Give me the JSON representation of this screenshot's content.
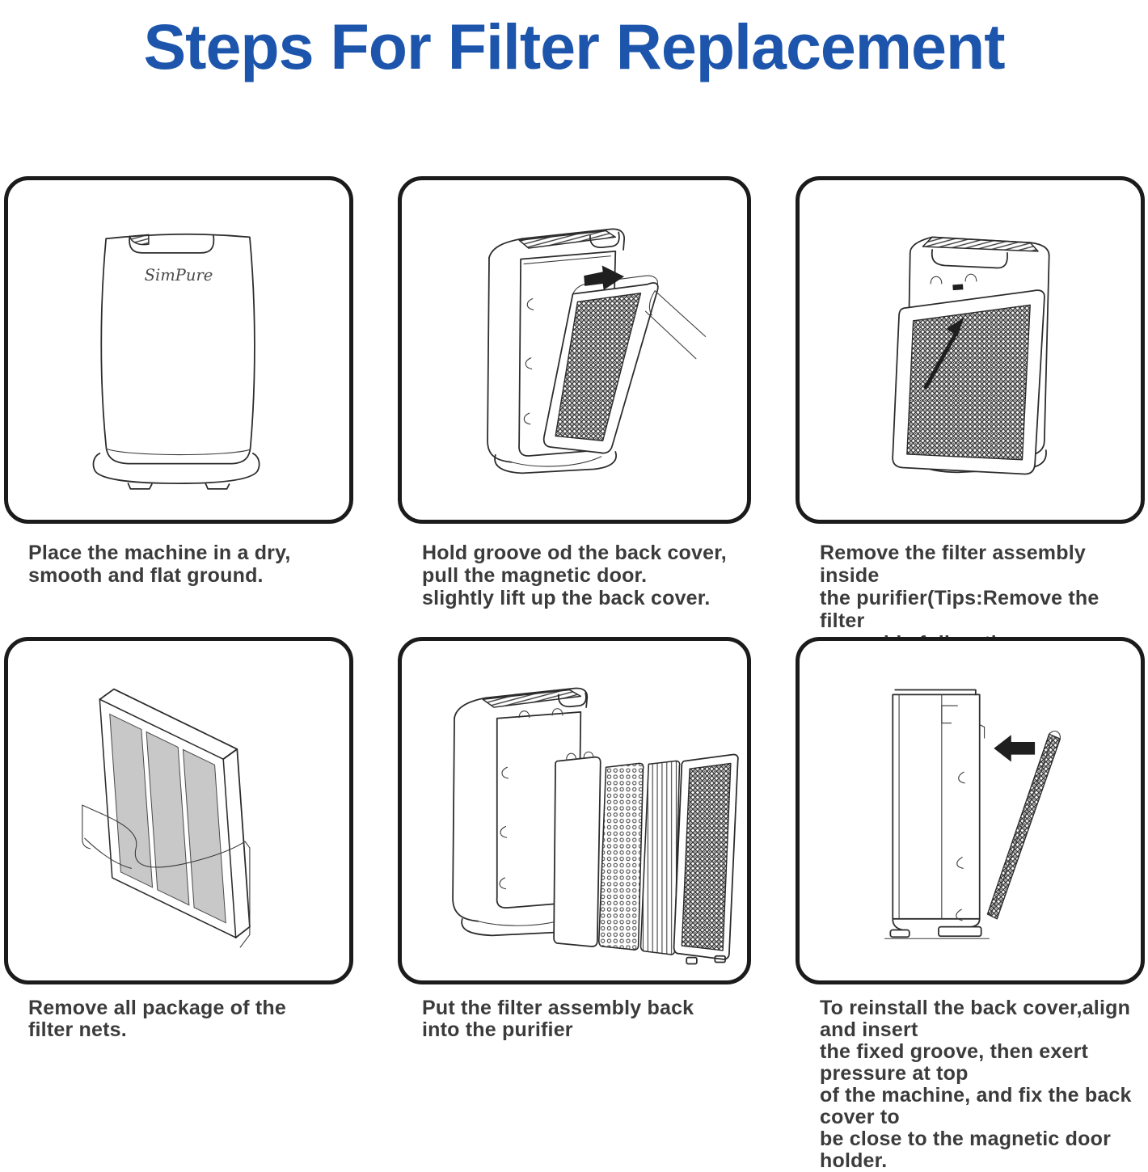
{
  "page": {
    "title": "Steps For Filter Replacement",
    "title_color": "#1c55ab",
    "caption_color": "#3b3b3b",
    "line_color": "#2b2b2b",
    "panel_border_color": "#1b1b1b",
    "filter_pane_color": "#c8c8c8",
    "background_color": "#ffffff"
  },
  "brand": {
    "logo_text": "SimPure"
  },
  "steps": [
    {
      "id": 1,
      "illustration": "purifier-front-view",
      "caption": "Place the machine in a dry,\nsmooth and flat ground."
    },
    {
      "id": 2,
      "illustration": "back-cover-removal-with-hand-and-right-arrow",
      "caption": "Hold groove od the back cover,\npull the magnetic door.\nslightly lift up the back cover."
    },
    {
      "id": 3,
      "illustration": "filter-assembly-removal-with-up-arrow",
      "caption": "Remove the filter assembly inside\nthe purifier(Tips:Remove the filter\nassembly follow the arrow direction."
    },
    {
      "id": 4,
      "illustration": "filter-nets-in-plastic-package",
      "caption": "Remove all package of the\nfilter nets."
    },
    {
      "id": 5,
      "illustration": "filter-layers-exploded-view",
      "caption": "Put the filter assembly back\ninto the purifier"
    },
    {
      "id": 6,
      "illustration": "back-cover-reinstall-with-left-arrow",
      "caption": "To reinstall the back cover,align and insert\nthe fixed groove, then exert pressure at top\nof the machine, and fix the back cover to\nbe close to the magnetic door holder."
    }
  ]
}
